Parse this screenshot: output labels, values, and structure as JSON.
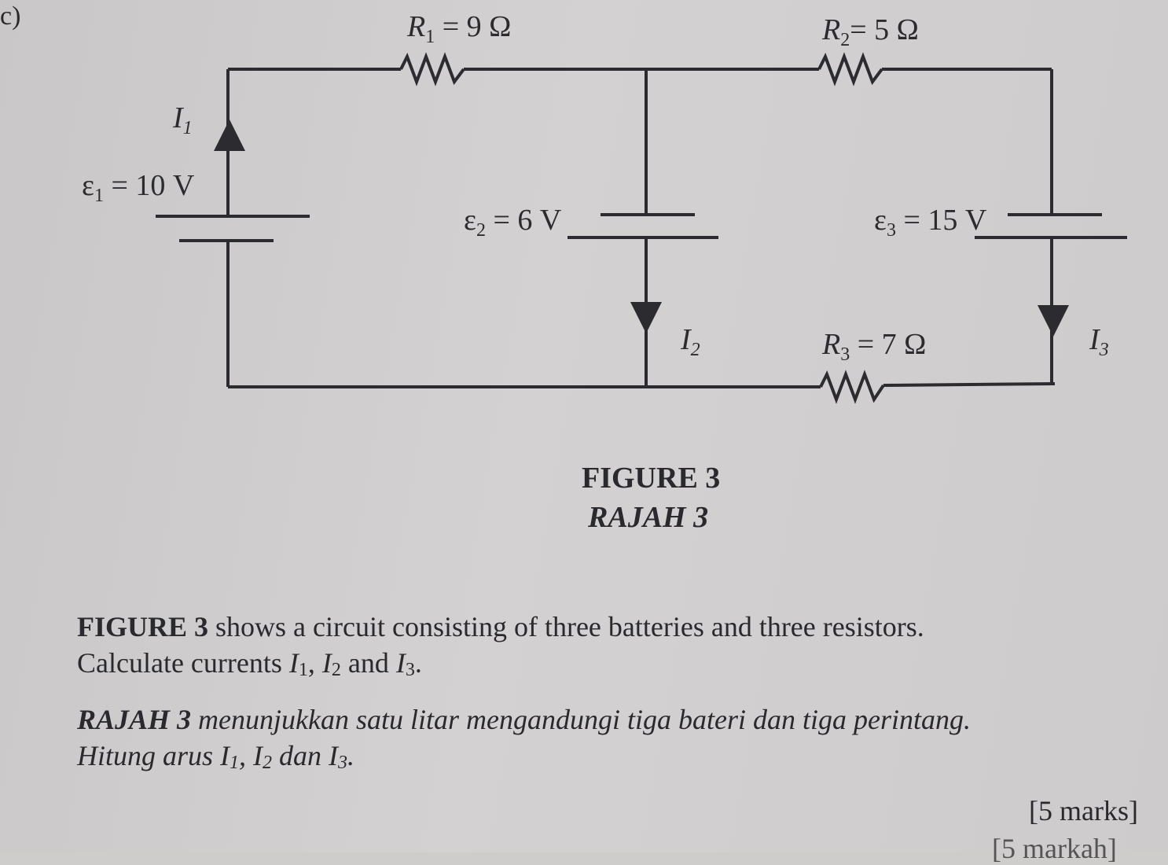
{
  "question_label": "c)",
  "circuit": {
    "r1": {
      "sym": "R",
      "sub": "1",
      "val": " = 9 Ω"
    },
    "r2": {
      "sym": "R",
      "sub": "2",
      "val": "= 5 Ω"
    },
    "r3": {
      "sym": "R",
      "sub": "3",
      "val": " = 7 Ω"
    },
    "e1": {
      "sym": "ε",
      "sub": "1",
      "val": " = 10 V"
    },
    "e2": {
      "sym": "ε",
      "sub": "2",
      "val": " = 6 V"
    },
    "e3": {
      "sym": "ε",
      "sub": "3",
      "val": " = 15 V"
    },
    "i1": {
      "sym": "I",
      "sub": "1"
    },
    "i2": {
      "sym": "I",
      "sub": "2"
    },
    "i3": {
      "sym": "I",
      "sub": "3"
    }
  },
  "figure": {
    "title": "FIGURE 3",
    "title_ms": "RAJAH 3"
  },
  "text": {
    "en_figure": "FIGURE 3",
    "en_line1": " shows a circuit consisting of three batteries and three resistors.",
    "en_line2_a": "Calculate currents ",
    "en_line2_b": ", ",
    "en_line2_c": " and ",
    "en_line2_d": ".",
    "ms_figure": "RAJAH 3",
    "ms_line1": " menunjukkan satu litar mengandungi tiga bateri dan tiga perintang.",
    "ms_line2_a": "Hitung arus ",
    "ms_line2_b": ", ",
    "ms_line2_c": " dan ",
    "ms_line2_d": ".",
    "cur_sym": "I",
    "sub1": "1",
    "sub2": "2",
    "sub3": "3"
  },
  "marks": "[5 marks]",
  "marks_ms": "[5 markah]",
  "colors": {
    "ink": "#2a2a2e",
    "paper": "#cfcdcc"
  }
}
